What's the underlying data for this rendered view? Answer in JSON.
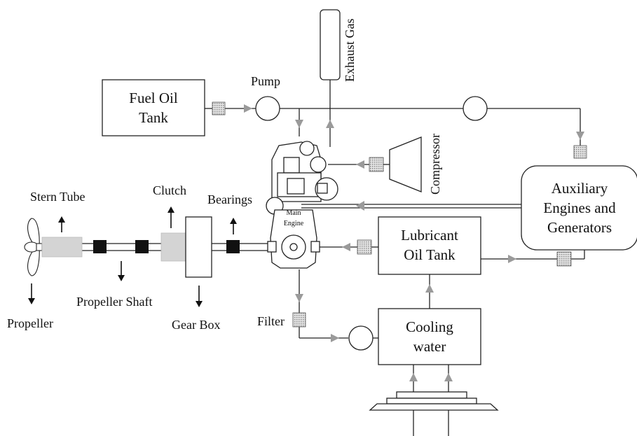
{
  "labels": {
    "fuel_oil_tank": [
      "Fuel Oil",
      "Tank"
    ],
    "pump": "Pump",
    "exhaust_gas": "Exhaust Gas",
    "compressor": "Compressor",
    "auxiliary": [
      "Auxiliary",
      "Engines and",
      "Generators"
    ],
    "stern_tube": "Stern Tube",
    "clutch": "Clutch",
    "bearings": "Bearings",
    "main_engine": [
      "Main",
      "Engine"
    ],
    "lubricant_oil_tank": [
      "Lubricant",
      "Oil Tank"
    ],
    "propeller": "Propeller",
    "propeller_shaft": "Propeller Shaft",
    "gear_box": "Gear Box",
    "filter": "Filter",
    "cooling_water": [
      "Cooling",
      "water"
    ]
  },
  "colors": {
    "line": "#222222",
    "flow_arrow": "#9a9a9a",
    "filter_fill": "#bdbdbd",
    "stern_tube_fill": "#d4d4d4",
    "bearing_fill": "#111111"
  }
}
